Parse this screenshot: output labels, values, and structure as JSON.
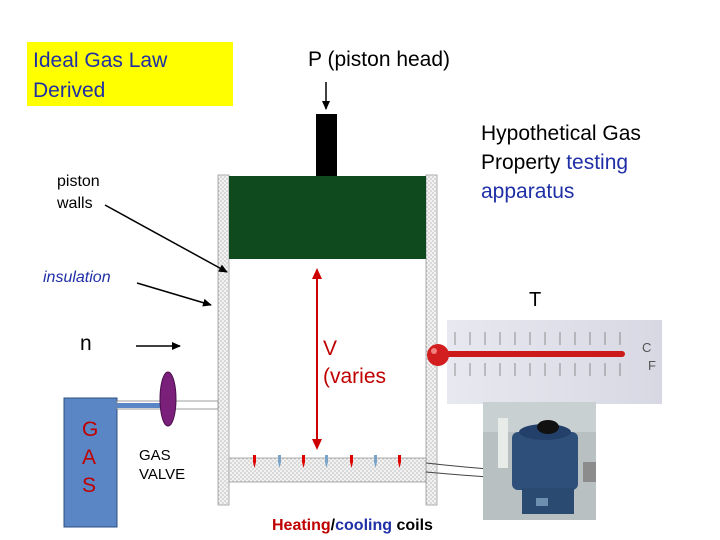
{
  "title": {
    "line1": "Ideal Gas Law",
    "line2": "Derived"
  },
  "labels": {
    "piston_head": "P  (piston head)",
    "apparatus_line1": "Hypothetical Gas",
    "apparatus_line2a": "Property ",
    "apparatus_line2b": "testing",
    "apparatus_line3": "apparatus",
    "piston_walls_line1": "piston",
    "piston_walls_line2": "walls",
    "insulation": "insulation",
    "temperature": "T",
    "moles": "n",
    "volume_line1": "V",
    "volume_line2": "(varies",
    "gas": [
      "G",
      "A",
      "S"
    ],
    "valve_line1": "GAS",
    "valve_line2": "VALVE",
    "coils_heating": "Heating",
    "coils_slash": "/",
    "coils_cooling": "cooling",
    "coils_suffix": " coils"
  },
  "colors": {
    "title_bg": "#ffff00",
    "blue_text": "#1f2fa6",
    "red_text": "#c00000",
    "piston_green": "#0f4a1f",
    "gas_tank": "#5a86c6",
    "valve_purple": "#7a1f7a"
  }
}
